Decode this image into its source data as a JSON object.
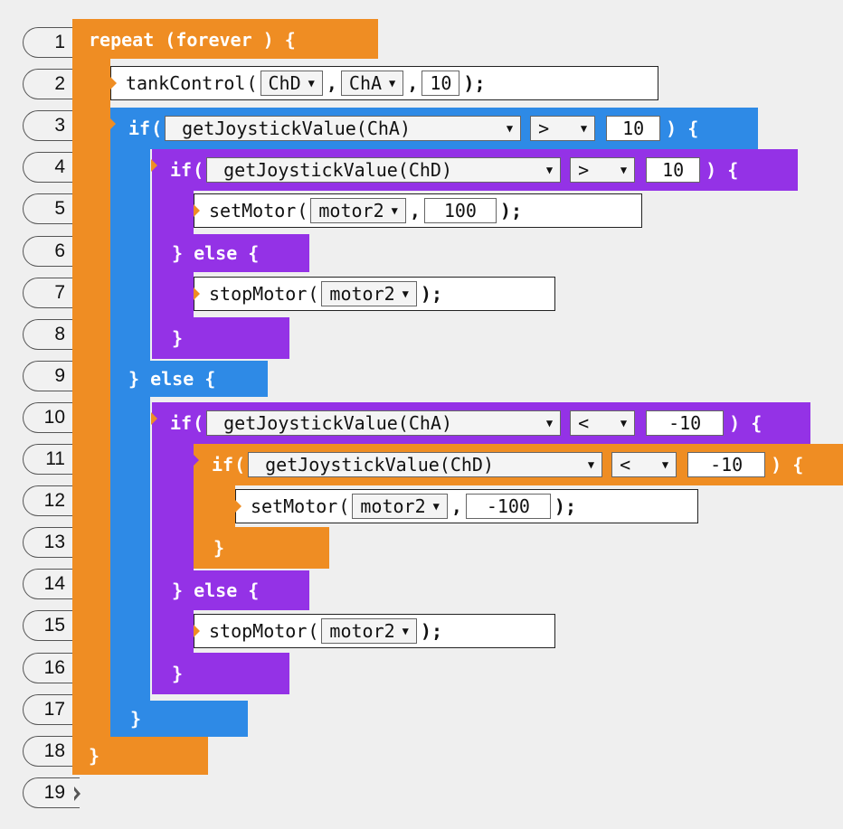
{
  "line_numbers": [
    "1",
    "2",
    "3",
    "4",
    "5",
    "6",
    "7",
    "8",
    "9",
    "10",
    "11",
    "12",
    "13",
    "14",
    "15",
    "16",
    "17",
    "18",
    "19"
  ],
  "line1": {
    "text": "repeat (forever ) {"
  },
  "line2": {
    "fn": "tankControl",
    "left": "ChD",
    "right": "ChA",
    "value": "10"
  },
  "line3": {
    "kw": "if",
    "left": "getJoystickValue(ChA)",
    "op": ">",
    "value": "10"
  },
  "line4": {
    "kw": "if",
    "left": "getJoystickValue(ChD)",
    "op": ">",
    "value": "10"
  },
  "line5": {
    "fn": "setMotor",
    "motor": "motor2",
    "value": "100"
  },
  "line6": {
    "text": "} else {"
  },
  "line7": {
    "fn": "stopMotor",
    "motor": "motor2"
  },
  "line8": {
    "text": "}"
  },
  "line9": {
    "text": "} else {"
  },
  "line10": {
    "kw": "if",
    "left": "getJoystickValue(ChA)",
    "op": "<",
    "value": "-10"
  },
  "line11": {
    "kw": "if",
    "left": "getJoystickValue(ChD)",
    "op": "<",
    "value": "-10"
  },
  "line12": {
    "fn": "setMotor",
    "motor": "motor2",
    "value": "-100"
  },
  "line13": {
    "text": "}"
  },
  "line14": {
    "text": "} else {"
  },
  "line15": {
    "fn": "stopMotor",
    "motor": "motor2"
  },
  "line16": {
    "text": "}"
  },
  "line17": {
    "text": "}"
  },
  "line18": {
    "text": "}"
  },
  "symbols": {
    "open_paren": "(",
    "close_paren": ")",
    "comma": ",",
    "close_stmt": ");",
    "open_brace": ") {",
    "dropdown_icon": "▼"
  },
  "colors": {
    "repeat": "#ef8d23",
    "if_outer": "#2e8ae6",
    "if_inner": "#9432e6",
    "if_nested": "#ef8d23",
    "background": "#efefef"
  }
}
